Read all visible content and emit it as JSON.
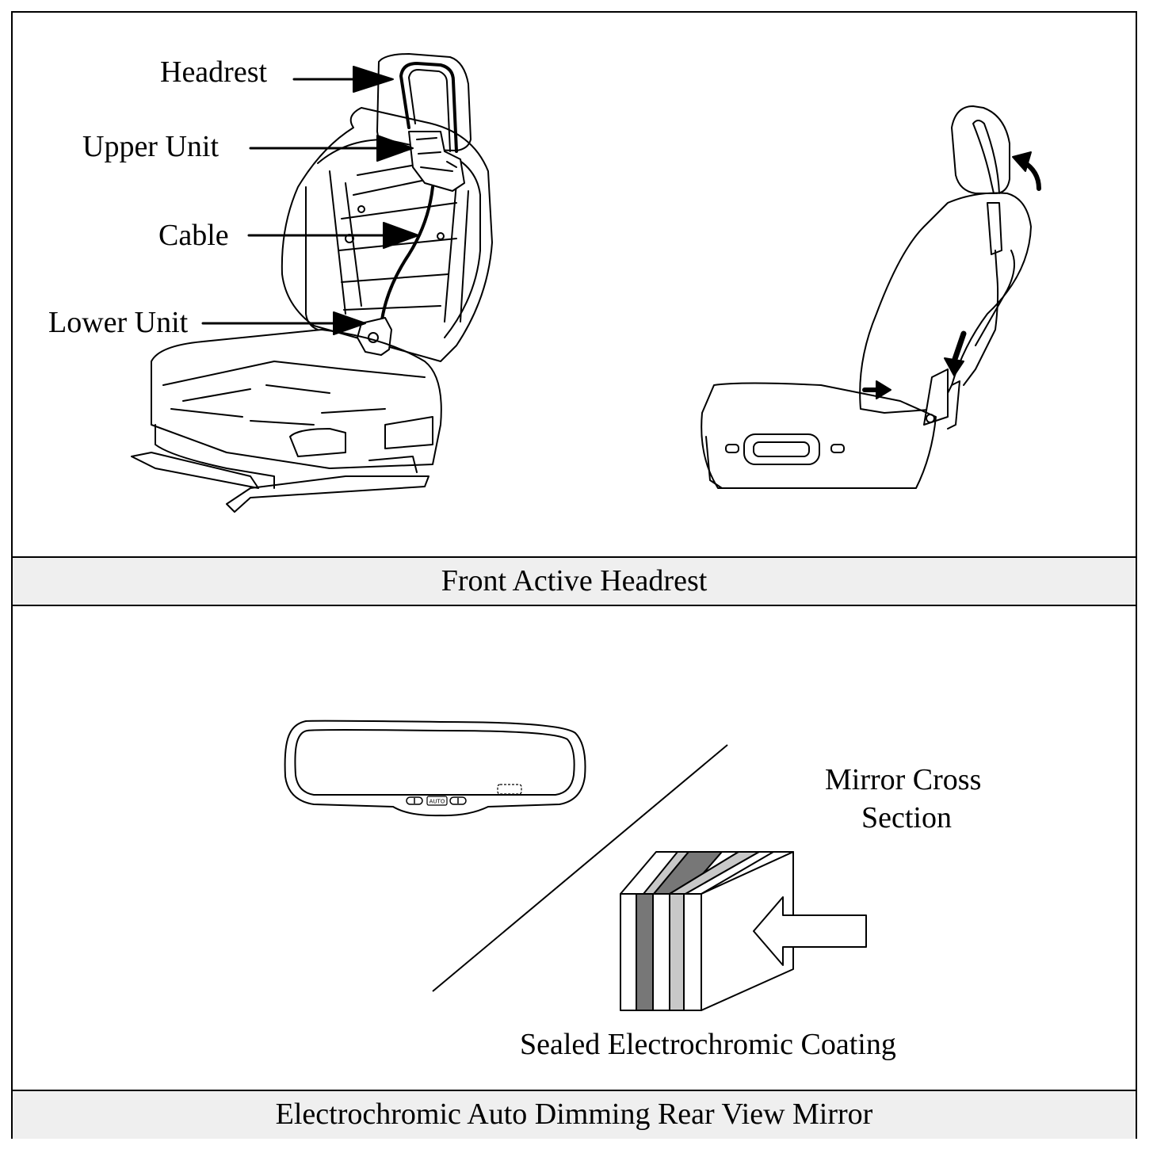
{
  "headrest_panel": {
    "caption": "Front Active Headrest",
    "labels": {
      "headrest": "Headrest",
      "upper_unit": "Upper Unit",
      "cable": "Cable",
      "lower_unit": "Lower Unit"
    }
  },
  "mirror_panel": {
    "caption": "Electrochromic Auto Dimming Rear View Mirror",
    "cross_section_title_line1": "Mirror Cross",
    "cross_section_title_line2": "Section",
    "coating_label": "Sealed Electrochromic Coating",
    "mirror_button_text": "AUTO"
  },
  "colors": {
    "line": "#000000",
    "caption_bar": "#efefef",
    "layer_dark": "#777777",
    "layer_light": "#c8c8c8"
  }
}
